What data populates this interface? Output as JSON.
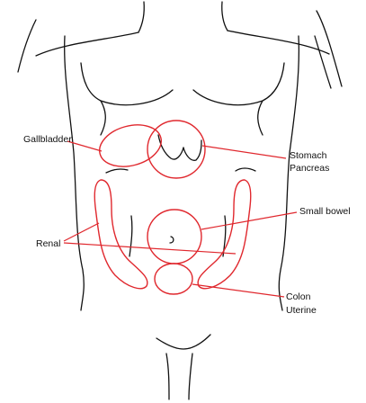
{
  "colors": {
    "outline": "#111111",
    "region": "#e0282e",
    "background": "#ffffff"
  },
  "labels": {
    "gallbladder": "Gallbladder",
    "stomach": "Stomach",
    "pancreas": "Pancreas",
    "small_bowel": "Small bowel",
    "renal": "Renal",
    "colon": "Colon",
    "uterine": "Uterine"
  }
}
